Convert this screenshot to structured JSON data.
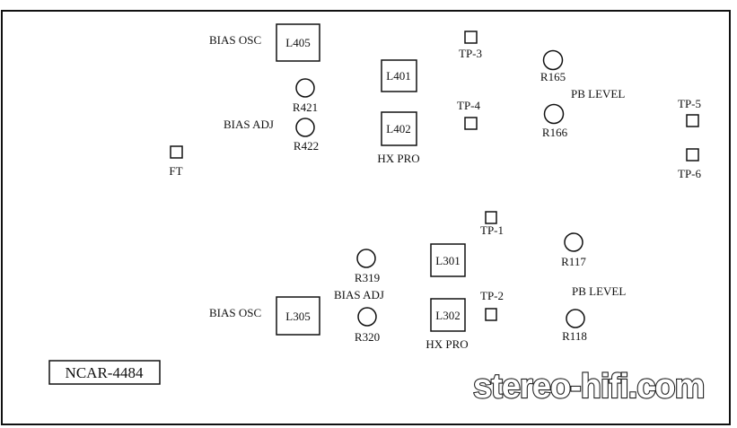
{
  "board_id": "NCAR-4484",
  "watermark": "stereo-hifi.com",
  "labels": {
    "bias_osc_top": "BIAS OSC",
    "bias_adj_top": "BIAS ADJ",
    "hx_pro_top": "HX PRO",
    "pb_level_top": "PB LEVEL",
    "bias_osc_bottom": "BIAS OSC",
    "bias_adj_bottom": "BIAS ADJ",
    "hx_pro_bottom": "HX PRO",
    "pb_level_bottom": "PB LEVEL"
  },
  "coils": {
    "L405": "L405",
    "L401": "L401",
    "L402": "L402",
    "L305": "L305",
    "L301": "L301",
    "L302": "L302"
  },
  "trimmers": {
    "R421": "R421",
    "R422": "R422",
    "R165": "R165",
    "R166": "R166",
    "R319": "R319",
    "R320": "R320",
    "R117": "R117",
    "R118": "R118"
  },
  "test_points": {
    "FT": "FT",
    "TP1": "TP-1",
    "TP2": "TP-2",
    "TP3": "TP-3",
    "TP4": "TP-4",
    "TP5": "TP-5",
    "TP6": "TP-6"
  }
}
